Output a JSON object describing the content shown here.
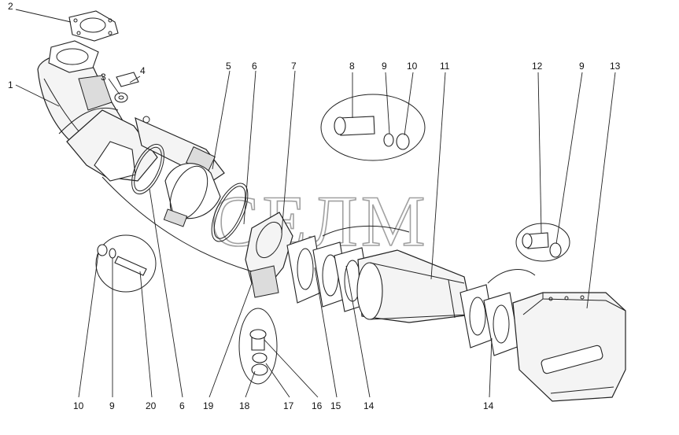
{
  "watermark": "СЕЛМ",
  "callouts": [
    {
      "text": "1"
    },
    {
      "text": "2"
    },
    {
      "text": "3"
    },
    {
      "text": "4"
    },
    {
      "text": "5"
    },
    {
      "text": "6"
    },
    {
      "text": "7"
    },
    {
      "text": "8"
    },
    {
      "text": "9"
    },
    {
      "text": "10"
    },
    {
      "text": "11"
    },
    {
      "text": "12"
    },
    {
      "text": "9"
    },
    {
      "text": "13"
    },
    {
      "text": "10"
    },
    {
      "text": "9"
    },
    {
      "text": "20"
    },
    {
      "text": "6"
    },
    {
      "text": "19"
    },
    {
      "text": "18"
    },
    {
      "text": "17"
    },
    {
      "text": "16"
    },
    {
      "text": "15"
    },
    {
      "text": "14"
    },
    {
      "text": "14"
    }
  ]
}
